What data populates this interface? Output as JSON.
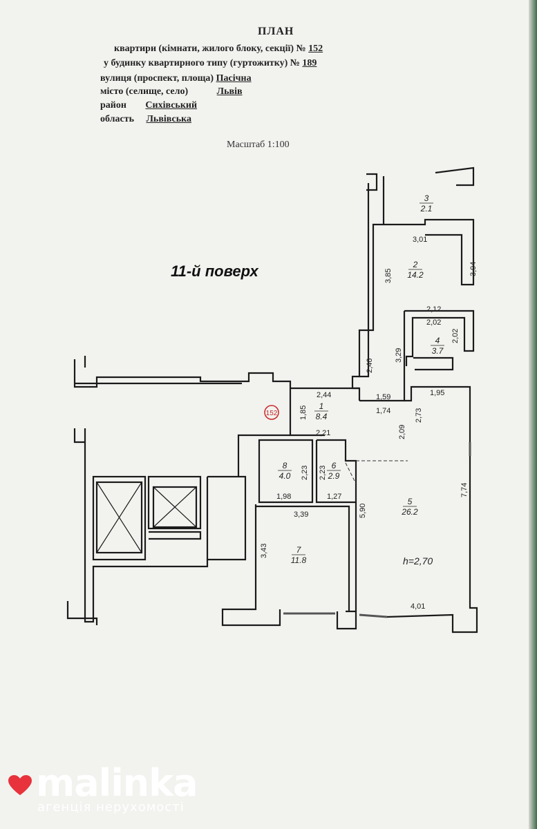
{
  "header": {
    "title": "ПЛАН",
    "line1_label": "квартири (кімнати, жилого блоку, секції) №",
    "line1_value": "152",
    "line2_label": "у будинку квартирного типу (гуртожитку) №",
    "line2_value": "189",
    "street_label": "вулиця (проспект, площа)",
    "street_value": "Пасічна",
    "city_label": "місто (селище, село)",
    "city_value": "Львів",
    "district_label": "район",
    "district_value": "Сихівський",
    "region_label": "область",
    "region_value": "Львівська"
  },
  "scale": "Масштаб 1:100",
  "floor_label": "11-й поверх",
  "apartment_marker": "152",
  "ceiling_height": "h=2,70",
  "rooms": [
    {
      "id": "1",
      "area": "8.4"
    },
    {
      "id": "2",
      "area": "14.2"
    },
    {
      "id": "3",
      "area": "2.1"
    },
    {
      "id": "4",
      "area": "3.7"
    },
    {
      "id": "5",
      "area": "26.2"
    },
    {
      "id": "6",
      "area": "2.9"
    },
    {
      "id": "7",
      "area": "11.8"
    },
    {
      "id": "8",
      "area": "4.0"
    }
  ],
  "dimensions": [
    "3,01",
    "3,04",
    "3,85",
    "2,12",
    "2,02",
    "2,02",
    "3,29",
    "2,46",
    "2,44",
    "1,59",
    "1,74",
    "1,95",
    "1,85",
    "2,21",
    "2,09",
    "2,73",
    "2,23",
    "2,23",
    "1,98",
    "1,27",
    "3,39",
    "5,90",
    "7,74",
    "3,43",
    "4,01"
  ],
  "logo": {
    "name": "malinka",
    "subtitle": "агенція нерухомості",
    "accent": "#e8323c"
  },
  "colors": {
    "background": "#2f5f3a",
    "paper": "#f2f2ef",
    "ink": "#222222"
  }
}
